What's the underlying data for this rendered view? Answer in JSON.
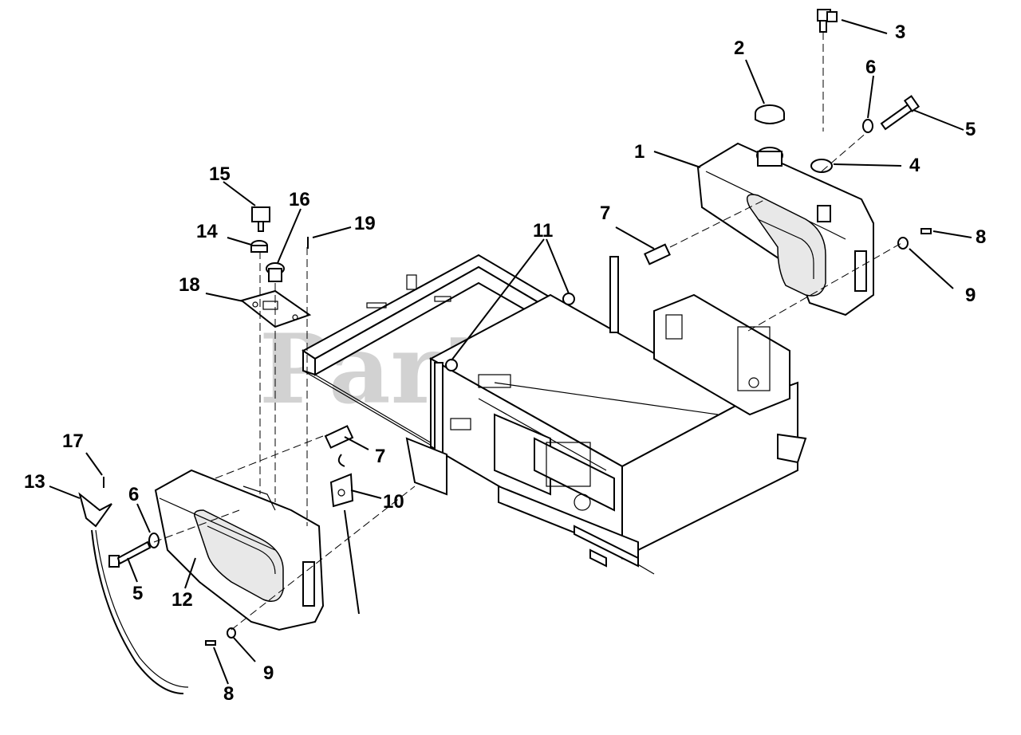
{
  "watermark": "PartsTree",
  "callouts": {
    "c1": "1",
    "c2": "2",
    "c3": "3",
    "c4": "4",
    "c5a": "5",
    "c5b": "5",
    "c6a": "6",
    "c6b": "6",
    "c7a": "7",
    "c7b": "7",
    "c8a": "8",
    "c8b": "8",
    "c9a": "9",
    "c9b": "9",
    "c10": "10",
    "c11": "11",
    "c12": "12",
    "c13": "13",
    "c14": "14",
    "c15": "15",
    "c16": "16",
    "c17": "17",
    "c18": "18",
    "c19": "19"
  }
}
